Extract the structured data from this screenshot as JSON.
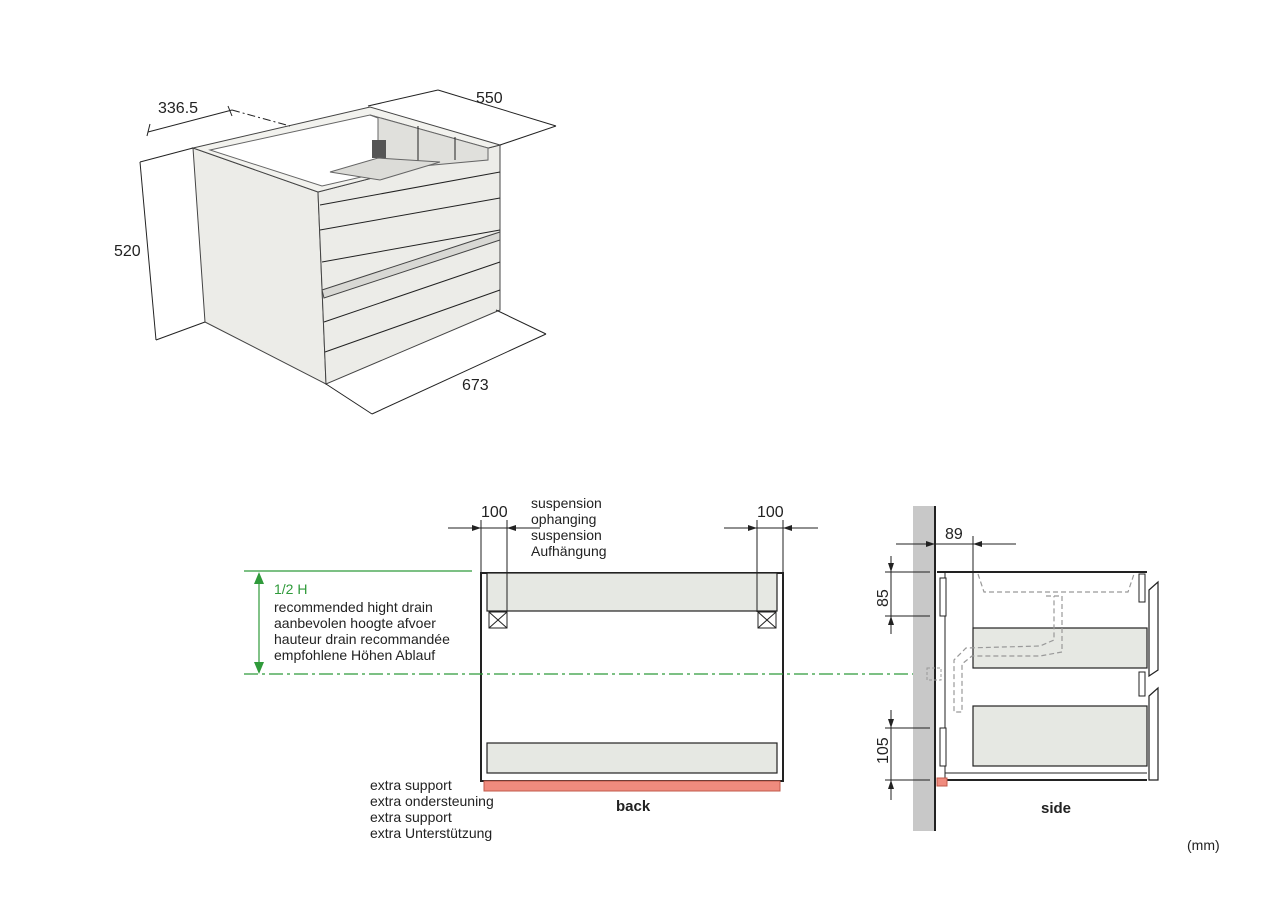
{
  "iso": {
    "depth_dim": "336.5",
    "width_top_dim": "550",
    "height_dim": "520",
    "width_bottom_dim": "673"
  },
  "back": {
    "left_offset": "100",
    "right_offset": "100",
    "suspension_lines": [
      "suspension",
      "ophanging",
      "suspension",
      "Aufhängung"
    ],
    "half_h": "1/2 H",
    "drain_lines": [
      "recommended hight drain",
      "aanbevolen hoogte afvoer",
      "hauteur drain recommandée",
      "empfohlene Höhen Ablauf"
    ],
    "support_lines": [
      "extra support",
      "extra ondersteuning",
      "extra support",
      "extra Unterstützung"
    ],
    "caption": "back"
  },
  "side": {
    "wall_offset": "89",
    "top_dim": "85",
    "bottom_dim": "105",
    "caption": "side"
  },
  "unit": "(mm)",
  "colors": {
    "accent_green": "#2f9a3a",
    "support_red": "#f08b7e",
    "wall_gray": "#c8c8c8"
  }
}
